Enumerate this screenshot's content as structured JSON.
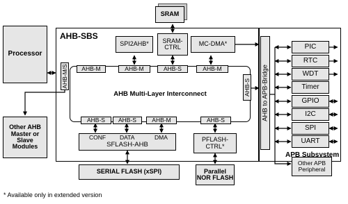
{
  "blocks": {
    "sram": "SRAM",
    "processor": "Processor",
    "other_ahb": "Other AHB Master or Slave Modules",
    "ahb_sbs_title": "AHB-SBS",
    "spi2ahb": "SPI2AHB*",
    "sram_ctrl": "SRAM-CTRL",
    "mc_dma": "MC-DMA*",
    "interconnect": "AHB Multi-Layer Interconnect",
    "sflash_ahb": "SFLASH-AHB",
    "pflash_ctrl": "PFLASH-CTRL*",
    "serial_flash": "SERIAL FLASH (xSPI)",
    "parallel_nor": "Parallel NOR FLASH",
    "bridge": "AHB to APB-Bridge",
    "apb_subsystem": "APB Subsystem",
    "other_apb": "Other APB Peripheral"
  },
  "ports": {
    "top_1": "AHB-M",
    "top_2": "AHB-M",
    "top_3": "AHB-S",
    "top_4": "AHB-M",
    "left": "AHB-M/S",
    "right": "AHB-S",
    "bot_1": "AHB-S",
    "bot_2": "AHB-S",
    "bot_3": "AHB-M",
    "bot_4": "AHB-S",
    "conf": "CONF",
    "data": "DATA",
    "dma": "DMA"
  },
  "peripherals": [
    "PIC",
    "RTC",
    "WDT",
    "Timer",
    "GPIO",
    "I2C",
    "SPI",
    "UART"
  ],
  "footnote": "* Available only in extended version"
}
